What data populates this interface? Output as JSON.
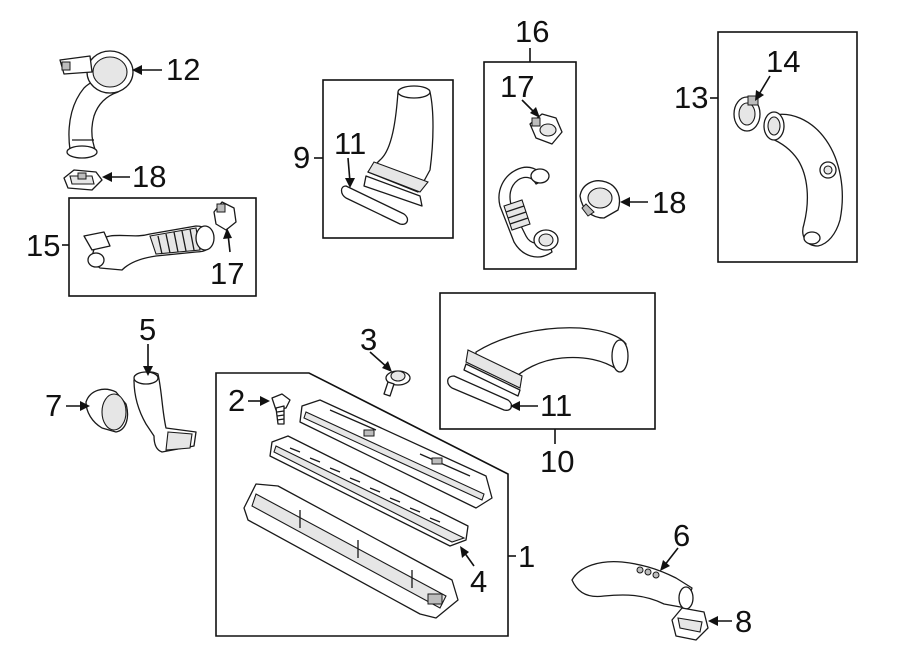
{
  "diagram": {
    "callouts": {
      "c1": "1",
      "c2": "2",
      "c3": "3",
      "c4": "4",
      "c5": "5",
      "c6": "6",
      "c7": "7",
      "c8": "8",
      "c9": "9",
      "c10": "10",
      "c11a": "11",
      "c11b": "11",
      "c12": "12",
      "c13": "13",
      "c14": "14",
      "c15": "15",
      "c16": "16",
      "c17a": "17",
      "c17b": "17",
      "c18a": "18",
      "c18b": "18"
    }
  }
}
